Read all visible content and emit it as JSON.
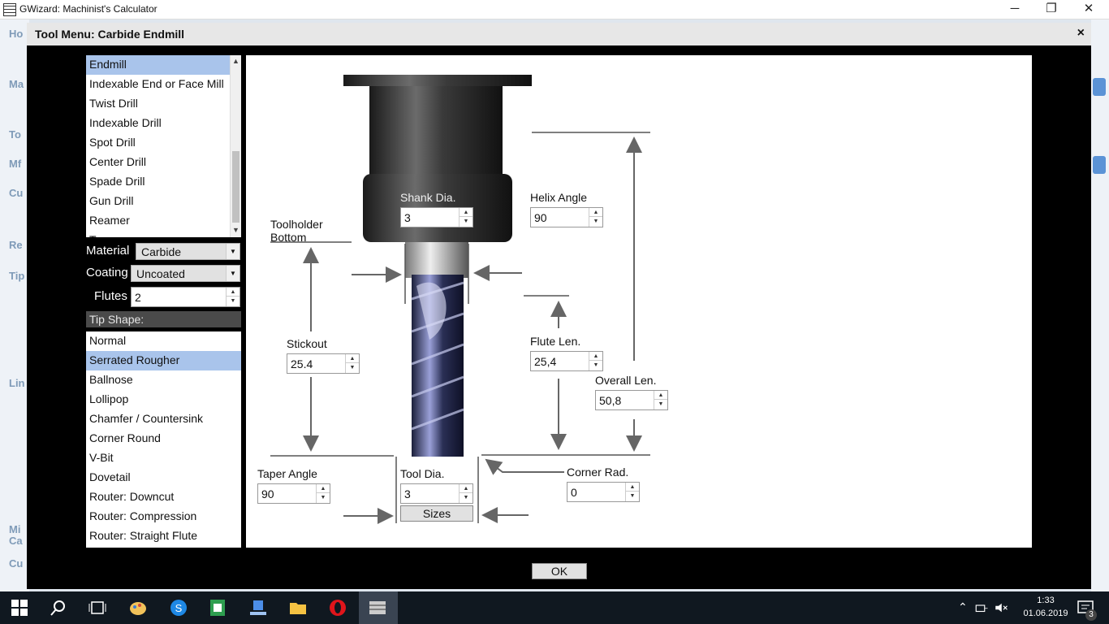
{
  "window": {
    "title": "GWizard: Machinist's Calculator",
    "minimize_glyph": "─",
    "maximize_glyph": "❐",
    "close_glyph": "✕"
  },
  "background": {
    "labels": [
      "Ho",
      "Ma",
      "To",
      "Mf",
      "Cu",
      "Re",
      "Tip",
      "Lin",
      "Mi",
      "Ca",
      "Cu"
    ]
  },
  "dialog": {
    "title": "Tool Menu: Carbide Endmill",
    "close_glyph": "×",
    "tool_types": [
      "Endmill",
      "Indexable End or Face Mill",
      "Twist Drill",
      "Indexable Drill",
      "Spot Drill",
      "Center Drill",
      "Spade Drill",
      "Gun Drill",
      "Reamer",
      "T..."
    ],
    "material_label": "Material",
    "material_value": "Carbide",
    "coating_label": "Coating",
    "coating_value": "Uncoated",
    "flutes_label": "Flutes",
    "flutes_value": "2",
    "tip_shape_header": "Tip Shape:",
    "tip_shapes": [
      "Normal",
      "Serrated Rougher",
      "Ballnose",
      "Lollipop",
      "Chamfer / Countersink",
      "Corner Round",
      "V-Bit",
      "Dovetail",
      "Router: Downcut",
      "Router: Compression",
      "Router: Straight Flute"
    ],
    "ok_label": "OK"
  },
  "diagram": {
    "shank_dia_label": "Shank Dia.",
    "shank_dia_value": "3",
    "helix_angle_label": "Helix Angle",
    "helix_angle_value": "90",
    "toolholder_label_line1": "Toolholder",
    "toolholder_label_line2": "Bottom",
    "stickout_label": "Stickout",
    "stickout_value": "25.4",
    "flute_len_label": "Flute Len.",
    "flute_len_value": "25,4",
    "overall_len_label": "Overall Len.",
    "overall_len_value": "50,8",
    "taper_angle_label": "Taper Angle",
    "taper_angle_value": "90",
    "tool_dia_label": "Tool Dia.",
    "tool_dia_value": "3",
    "sizes_label": "Sizes",
    "corner_rad_label": "Corner Rad.",
    "corner_rad_value": "0"
  },
  "taskbar": {
    "time": "1:33",
    "date": "01.06.2019",
    "notifications": "3"
  },
  "colors": {
    "selection": "#a9c4eb",
    "dialog_bg": "#000000",
    "taskbar_bg": "#101820"
  }
}
